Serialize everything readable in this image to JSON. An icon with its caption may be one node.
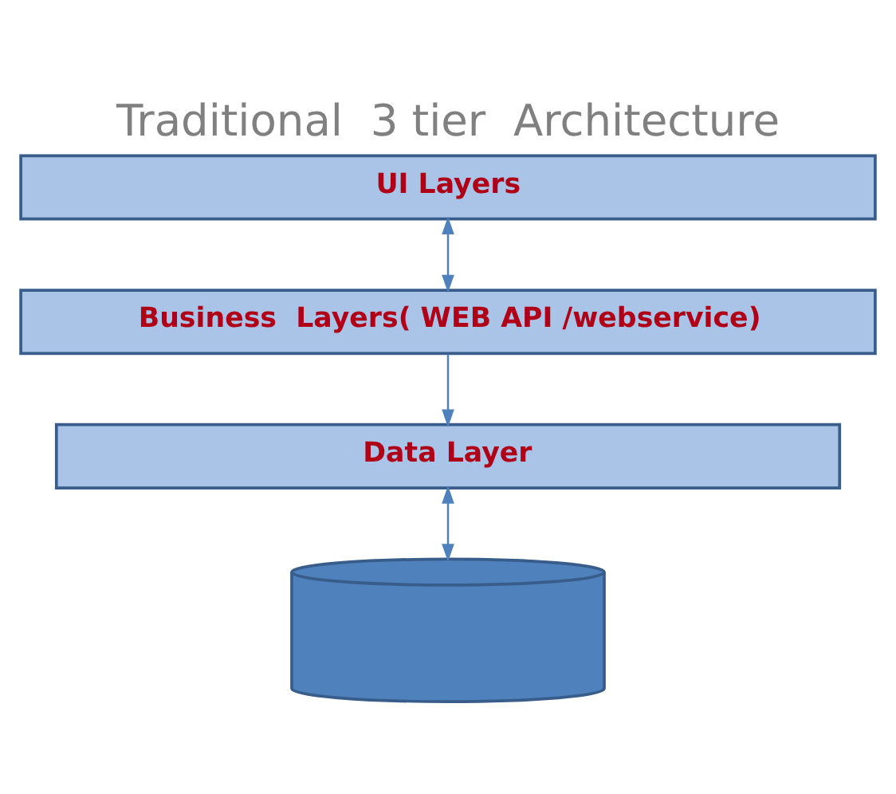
{
  "diagram": {
    "title": "Traditional  3 tier  Architecture",
    "nodes": [
      {
        "text": [
          "UI Layers"
        ]
      },
      {
        "text": [
          "Business  Layers( WEB API /webservice)"
        ]
      },
      {
        "text": [
          "Data Layer"
        ]
      },
      {
        "text": [],
        "shape": "cylinder"
      }
    ],
    "edges": [
      {
        "from": 0,
        "to": 1,
        "arrow": "both"
      },
      {
        "from": 1,
        "to": 2,
        "arrow": "to"
      },
      {
        "from": 2,
        "to": 3,
        "arrow": "both"
      }
    ]
  }
}
